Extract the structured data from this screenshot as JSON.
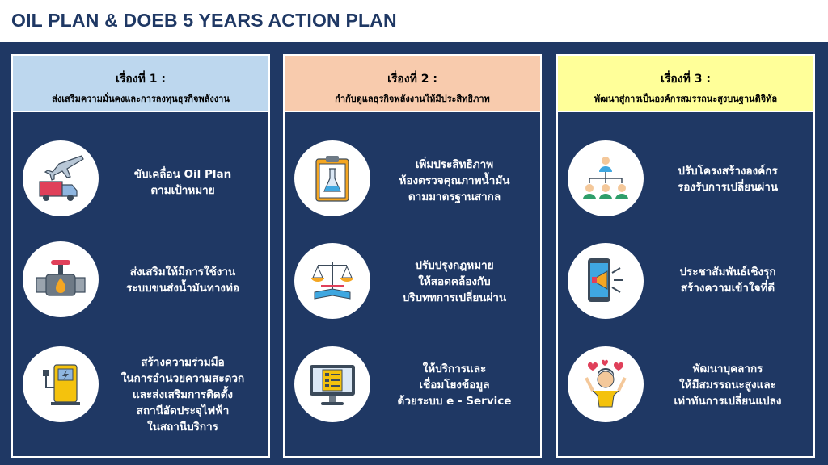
{
  "page": {
    "title": "OIL PLAN & DOEB 5 YEARS ACTION PLAN"
  },
  "colors": {
    "header_text": "#1f3864",
    "background": "#1f3864",
    "col1_head": "#bdd7ee",
    "col2_head": "#f8cbad",
    "col3_head": "#ffff99"
  },
  "columns": [
    {
      "heading": "เรื่องที่ 1 :",
      "subheading": "ส่งเสริมความมั่นคงและการลงทุนธุรกิจพลังงาน",
      "items": [
        {
          "icon": "airplane-truck-icon",
          "lines": [
            "ขับเคลื่อน Oil Plan",
            "ตามเป้าหมาย"
          ]
        },
        {
          "icon": "pipeline-valve-icon",
          "lines": [
            "ส่งเสริมให้มีการใช้งาน",
            "ระบบขนส่งน้ำมันทางท่อ"
          ]
        },
        {
          "icon": "ev-charger-icon",
          "lines": [
            "สร้างความร่วมมือ",
            "ในการอำนวยความสะดวก",
            "และส่งเสริมการติดตั้ง",
            "สถานีอัดประจุไฟฟ้า",
            "ในสถานีบริการ"
          ]
        }
      ]
    },
    {
      "heading": "เรื่องที่ 2 :",
      "subheading": "กำกับดูแลธุรกิจพลังงานให้มีประสิทธิภาพ",
      "items": [
        {
          "icon": "lab-clipboard-icon",
          "lines": [
            "เพิ่มประสิทธิภาพ",
            "ห้องตรวจคุณภาพน้ำมัน",
            "ตามมาตรฐานสากล"
          ]
        },
        {
          "icon": "law-scale-icon",
          "lines": [
            "ปรับปรุงกฎหมาย",
            "ให้สอดคล้องกับ",
            "บริบททการเปลี่ยนผ่าน"
          ]
        },
        {
          "icon": "monitor-service-icon",
          "lines": [
            "ให้บริการและ",
            "เชื่อมโยงข้อมูล",
            "ด้วยระบบ e - Service"
          ]
        }
      ]
    },
    {
      "heading": "เรื่องที่ 3 :",
      "subheading": "พัฒนาสู่การเป็นองค์กรสมรรถนะสูงบนฐานดิจิทัล",
      "items": [
        {
          "icon": "org-chart-icon",
          "lines": [
            "ปรับโครงสร้างองค์กร",
            "รองรับการเปลี่ยนผ่าน"
          ]
        },
        {
          "icon": "phone-megaphone-icon",
          "lines": [
            "ประชาสัมพันธ์เชิงรุก",
            "สร้างความเข้าใจที่ดี"
          ]
        },
        {
          "icon": "happy-person-icon",
          "lines": [
            "พัฒนาบุคลากร",
            "ให้มีสมรรถนะสูงและ",
            "เท่าทันการเปลี่ยนแปลง"
          ]
        }
      ]
    }
  ]
}
